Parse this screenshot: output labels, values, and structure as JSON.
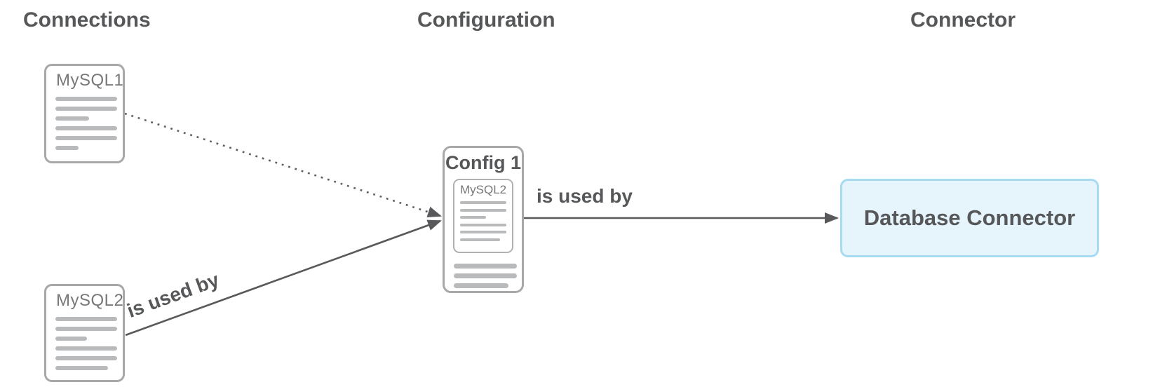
{
  "diagram": {
    "columns": [
      {
        "label": "Connections"
      },
      {
        "label": "Configuration"
      },
      {
        "label": "Connector"
      }
    ],
    "nodes": {
      "mysql1": {
        "title": "MySQL1",
        "type": "connection-document"
      },
      "mysql2": {
        "title": "MySQL2",
        "type": "connection-document"
      },
      "config1": {
        "title": "Config 1",
        "type": "configuration-card",
        "inner": {
          "title": "MySQL2"
        }
      },
      "connector": {
        "label": "Database Connector",
        "type": "connector-box"
      }
    },
    "edges": [
      {
        "from": "mysql1",
        "to": "config1",
        "style": "dotted",
        "label": ""
      },
      {
        "from": "mysql2",
        "to": "config1",
        "style": "solid",
        "label": "is used by"
      },
      {
        "from": "config1",
        "to": "connector",
        "style": "solid",
        "label": "is used by"
      }
    ],
    "colors": {
      "header_text": "#565759",
      "card_border": "#a7a8aa",
      "card_title": "#77787a",
      "placeholder_line": "#b9babc",
      "arrow": "#59595b",
      "dotted_arrow": "#5f6062",
      "connector_fill": "#e6f4fc",
      "connector_border": "#a6dbf2"
    }
  }
}
